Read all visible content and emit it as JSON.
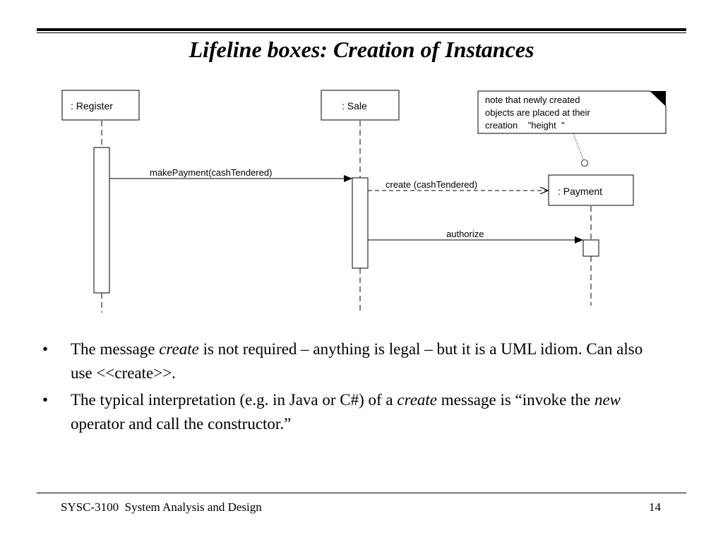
{
  "slide": {
    "title": "Lifeline boxes: Creation of Instances"
  },
  "diagram": {
    "lifelines": [
      {
        "label": ":  Register"
      },
      {
        "label": ":  Sale"
      },
      {
        "label": ":  Payment"
      }
    ],
    "messages": {
      "make_payment": "makePayment(cashTendered)",
      "create": "create   (cashTendered)",
      "authorize": "authorize"
    },
    "note": {
      "line1": "note that newly created",
      "line2": "objects are placed at their",
      "line3": "creation    \"height  \""
    }
  },
  "bullets": [
    {
      "part1": "The message ",
      "em1": "create",
      "part2": " is not required – anything is legal – but it is a UML idiom. Can also use <<create>>."
    },
    {
      "part1": "The typical interpretation (e.g. in Java or C#) of a ",
      "em1": "create",
      "part2": " message is “invoke the ",
      "em2": "new",
      "part3": " operator and call the constructor.”"
    }
  ],
  "bullet_symbol": "•",
  "footer": {
    "course": "SYSC-3100  System Analysis and Design",
    "page_number": "14"
  }
}
